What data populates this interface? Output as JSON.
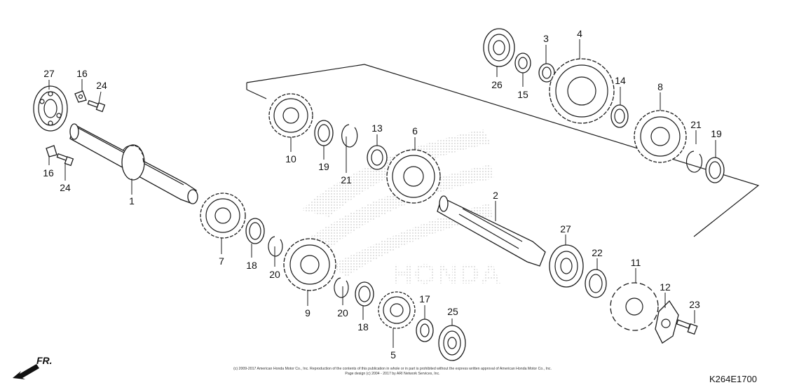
{
  "diagram": {
    "code": "K264E1700",
    "footer_line1": "(c) 2009-2017 American Honda Motor Co., Inc. Reproduction of the contents of this publication in whole or in part is prohibited without the express written approval of American Honda Motor Co., Inc.",
    "footer_line2": "Page design (c) 2004 - 2017 by ARI Network Services, Inc.",
    "direction_label": "FR.",
    "watermark_brand": "HONDA"
  },
  "callouts": [
    "27",
    "16",
    "24",
    "16",
    "24",
    "1",
    "10",
    "19",
    "21",
    "13",
    "6",
    "26",
    "15",
    "3",
    "4",
    "14",
    "8",
    "21",
    "19",
    "7",
    "18",
    "20",
    "9",
    "20",
    "18",
    "5",
    "17",
    "25",
    "2",
    "27",
    "22",
    "11",
    "12",
    "23"
  ]
}
